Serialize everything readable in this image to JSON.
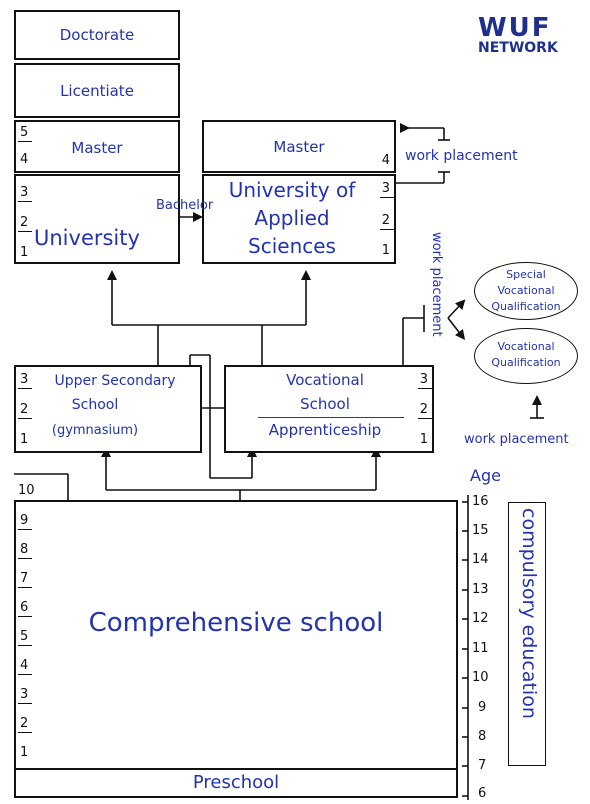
{
  "logo": {
    "line1": "WUF",
    "line2": "NETWORK"
  },
  "boxes": {
    "doctorate": "Doctorate",
    "licentiate": "Licentiate",
    "master_uni": "Master",
    "master_uas": "Master",
    "university": "University",
    "uas_line1": "University of",
    "uas_line2": "Applied",
    "uas_line3": "Sciences",
    "upper_line1": "Upper Secondary",
    "upper_line2": "School",
    "upper_line3": "(gymnasium)",
    "voc_line1": "Vocational",
    "voc_line2": "School",
    "voc_line3": "Apprenticeship",
    "comprehensive": "Comprehensive school",
    "preschool": "Preschool"
  },
  "labels": {
    "bachelor": "Bachelor",
    "work_placement_top": "work placement",
    "work_placement_vertical": "work placement",
    "work_placement_bottom": "work placement",
    "special_voc_1": "Special",
    "special_voc_2": "Vocational",
    "special_voc_3": "Qualification",
    "voc_qual_1": "Vocational",
    "voc_qual_2": "Qualification",
    "age": "Age",
    "compulsory": "compulsory education"
  },
  "year_numbers": {
    "master_uni": [
      "5",
      "4"
    ],
    "master_uas": [
      "4"
    ],
    "university": [
      "3",
      "2",
      "1"
    ],
    "uas": [
      "3",
      "2",
      "1"
    ],
    "upper": [
      "3",
      "2",
      "1"
    ],
    "voc": [
      "3",
      "2",
      "1"
    ],
    "comprehensive": [
      "10",
      "9",
      "8",
      "7",
      "6",
      "5",
      "4",
      "3",
      "2",
      "1"
    ]
  },
  "ages": [
    "16",
    "15",
    "14",
    "13",
    "12",
    "11",
    "10",
    "9",
    "8",
    "7",
    "6"
  ]
}
